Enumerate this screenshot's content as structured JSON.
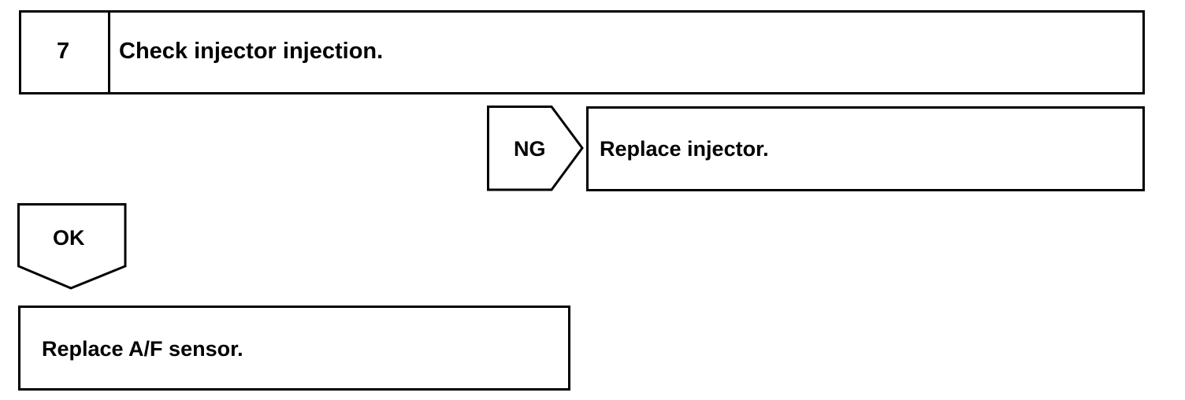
{
  "step": {
    "number": "7",
    "title": "Check injector injection."
  },
  "ng_branch": {
    "label": "NG",
    "action": "Replace injector."
  },
  "ok_branch": {
    "label": "OK",
    "action": "Replace A/F sensor."
  },
  "colors": {
    "line": "#000000",
    "background": "#ffffff"
  }
}
